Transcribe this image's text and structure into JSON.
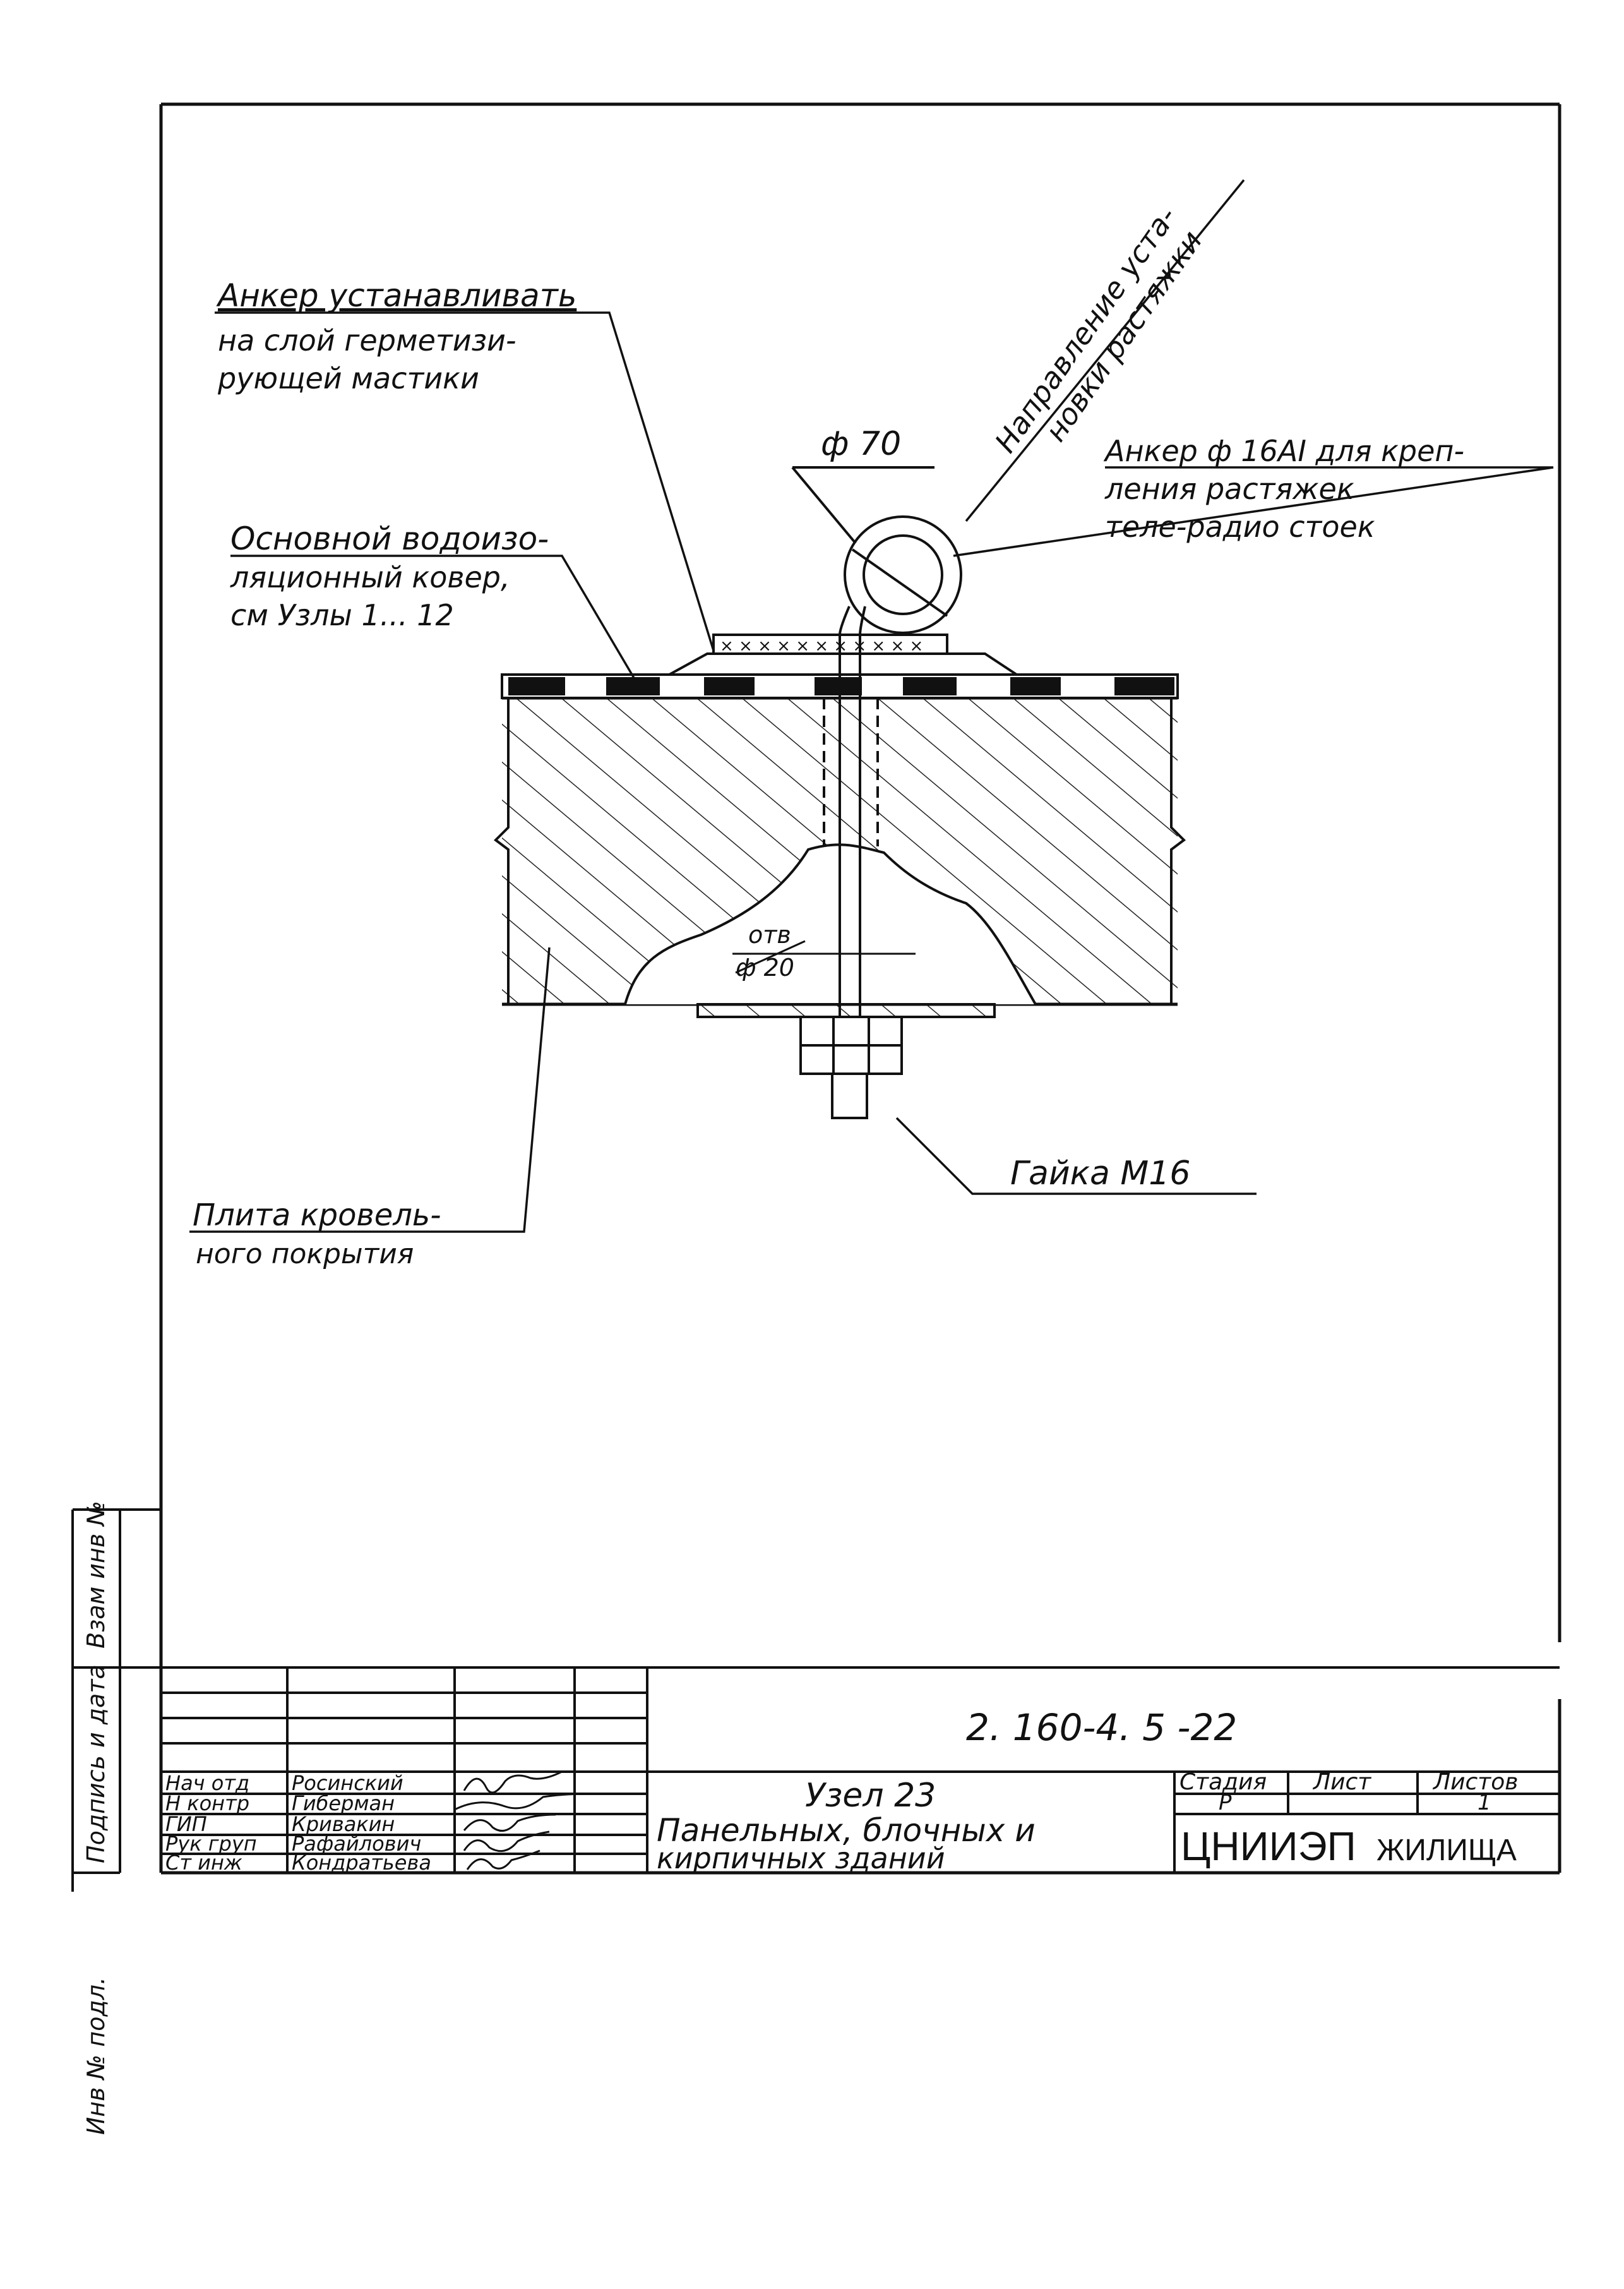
{
  "callouts": {
    "anchor_install": [
      "Анкер устанавливать",
      "на слой герметизи-",
      "рующей мастики"
    ],
    "direction": [
      "Направление уста-",
      "новки растяжки"
    ],
    "diameter_loop": "ф 70",
    "anchor_spec": [
      "Анкер ф 16АI для креп-",
      "ления растяжек",
      "теле-радио стоек"
    ],
    "waterproof": [
      "Основной водоизо-",
      "ляционный ковер,",
      "см Узлы 1... 12"
    ],
    "hole_top": "отв",
    "hole_bottom": "ф 20",
    "nut": "Гайка М16",
    "slab": [
      "Плита кровель-",
      "ного покрытия"
    ]
  },
  "side_stamp": {
    "inv_number": "Инв № подл.",
    "sign_date": "Подпись и дата",
    "replace_inv": "Взам инв №"
  },
  "title_block": {
    "doc_code": "2. 160-4. 5 -22",
    "title": [
      "Узел 23",
      "Панельных, блочных и",
      "кирпичных зданий"
    ],
    "stage_header": "Стадия",
    "sheet_header": "Лист",
    "sheets_header": "Листов",
    "stage_value": "Р",
    "sheets_value": "1",
    "org": "ЦНИИЭП",
    "org_suffix": "ЖИЛИЩА",
    "signers": [
      {
        "role": "Нач отд",
        "name": "Росинский"
      },
      {
        "role": "Н контр",
        "name": "Гиберман"
      },
      {
        "role": "ГИП",
        "name": "Кривакин"
      },
      {
        "role": "Рук груп",
        "name": "Рафайлович"
      },
      {
        "role": "Ст инж",
        "name": "Кондратьева"
      }
    ]
  }
}
